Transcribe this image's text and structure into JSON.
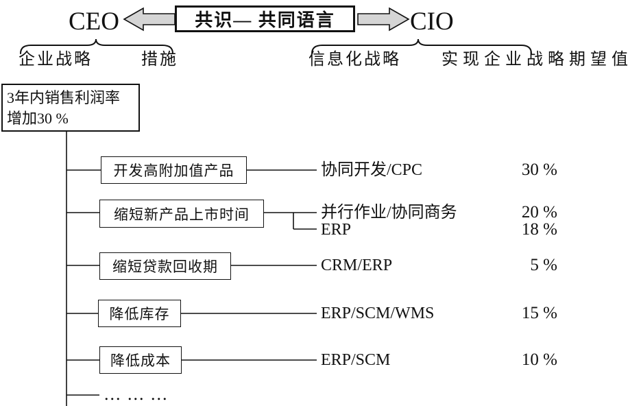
{
  "header": {
    "ceo_label": "CEO",
    "cio_label": "CIO",
    "consensus_box": "共识— 共同语言",
    "ceo_columns": {
      "col1": "企业战略",
      "col2": "措施"
    },
    "cio_columns": {
      "col1": "信息化战略",
      "col2": "实现企业战略期望值"
    }
  },
  "goal": {
    "line1": "3年内销售利润率",
    "line2": "增加30 %"
  },
  "rows": [
    {
      "measure": "开发高附加值产品",
      "it": [
        {
          "name": "协同开发/CPC",
          "value": "30 %"
        }
      ]
    },
    {
      "measure": "缩短新产品上市时间",
      "it": [
        {
          "name": "并行作业/协同商务",
          "value": "20 %"
        },
        {
          "name": "ERP",
          "value": "18 %"
        }
      ]
    },
    {
      "measure": "缩短贷款回收期",
      "it": [
        {
          "name": "CRM/ERP",
          "value": "5 %"
        }
      ]
    },
    {
      "measure": "降低库存",
      "it": [
        {
          "name": "ERP/SCM/WMS",
          "value": "15 %"
        }
      ]
    },
    {
      "measure": "降低成本",
      "it": [
        {
          "name": "ERP/SCM",
          "value": "10 %"
        }
      ]
    }
  ],
  "ellipsis_label": "... ... ...",
  "colors": {
    "arrow_fill": "#d5d5d5",
    "line": "#111111",
    "background": "#ffffff"
  }
}
